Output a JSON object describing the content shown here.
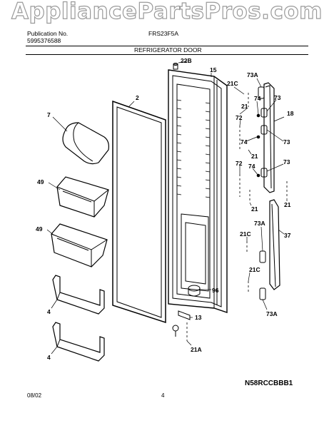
{
  "watermark": "AppliancePartsPros.com",
  "header": {
    "publication_label": "Publication No.",
    "publication_number": "5995376588",
    "model": "FRS23F5A",
    "section_title": "REFRIGERATOR DOOR"
  },
  "footer": {
    "date": "08/02",
    "page": "4",
    "drawing_code": "N58RCCBBB1"
  },
  "callouts": {
    "c22B": "22B",
    "c15": "15",
    "c73A_top": "73A",
    "c21C_top": "21C",
    "c73_1": "73",
    "c74_1": "74",
    "c21_1": "21",
    "c18": "18",
    "c72_1": "72",
    "c74_2": "74",
    "c73_2": "73",
    "c21_2": "21",
    "c72_2": "72",
    "c74_3": "74",
    "c73_3": "73",
    "c2": "2",
    "c7": "7",
    "c49_1": "49",
    "c49_2": "49",
    "c4_1": "4",
    "c4_2": "4",
    "c21_3": "21",
    "c21_4": "21",
    "c37": "37",
    "c73A_mid": "73A",
    "c21C_mid": "21C",
    "c21C_low": "21C",
    "c96": "96",
    "c13": "13",
    "c73A_bot": "73A",
    "c21A": "21A"
  }
}
